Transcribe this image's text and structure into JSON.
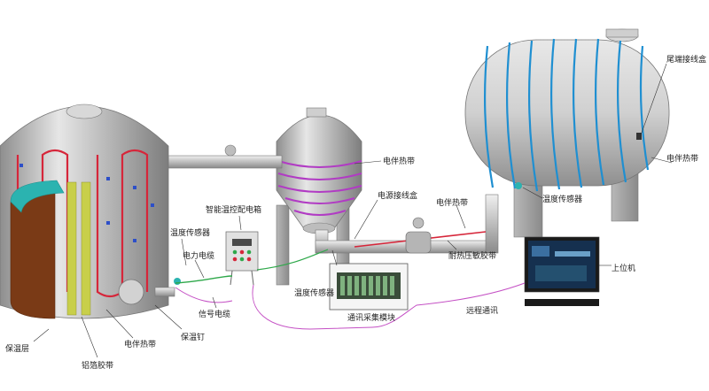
{
  "colors": {
    "tank_body": "#c9c9c9",
    "heat_trace_red": "#d6263a",
    "heat_trace_blue": "#1f8fd1",
    "heat_trace_purple": "#b13bc4",
    "insulation_outer": "#7a3a16",
    "insulation_edge": "#2bb3b0",
    "foil_tape": "#c8cf4a",
    "signal_wire": "#c44fc4",
    "power_wire": "#2ea84a"
  },
  "labels": {
    "insulation_layer": "保温层",
    "foil_tape": "铝箔胶带",
    "heat_trace_left": "电伴热带",
    "insulation_nail": "保温钉",
    "signal_cable": "信号电缆",
    "power_cable": "电力电缆",
    "temp_sensor_left": "温度传感器",
    "smart_box": "智能温控配电箱",
    "heat_trace_mid": "电伴热带",
    "power_junction": "电源接线盒",
    "temp_sensor_mid": "温度传感器",
    "comm_module": "通讯采集模块",
    "heat_trace_pipe": "电伴热带",
    "pressure_tape": "耐热压敏胶带",
    "remote_comm": "远程通讯",
    "temp_sensor_right": "温度传感器",
    "end_box": "尾端接线盒",
    "heat_trace_right": "电伴热带",
    "host_pc": "上位机"
  }
}
